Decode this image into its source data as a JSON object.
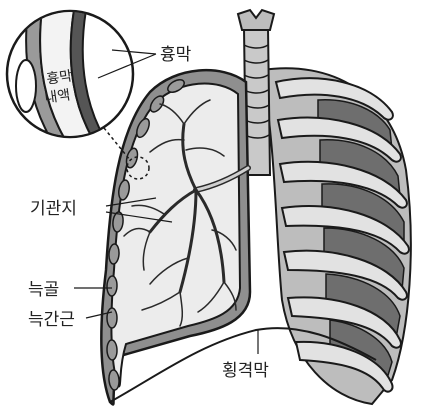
{
  "labels": {
    "pleura": "흉막",
    "pleural_cavity_line1": "흉막",
    "pleural_cavity_line2": "내액",
    "bronchus": "기관지",
    "rib": "늑골",
    "intercostal_muscle": "늑간근",
    "diaphragm": "횡격막"
  },
  "colors": {
    "outline": "#1a1a1a",
    "rib": "#d6d6d6",
    "muscle": "#6e6e6e",
    "lung_surface": "#e9e9e9",
    "pleura_band": "#8f8f8f",
    "trachea": "#c9c9c9"
  },
  "icons": {
    "inset": "magnifier-circle"
  }
}
